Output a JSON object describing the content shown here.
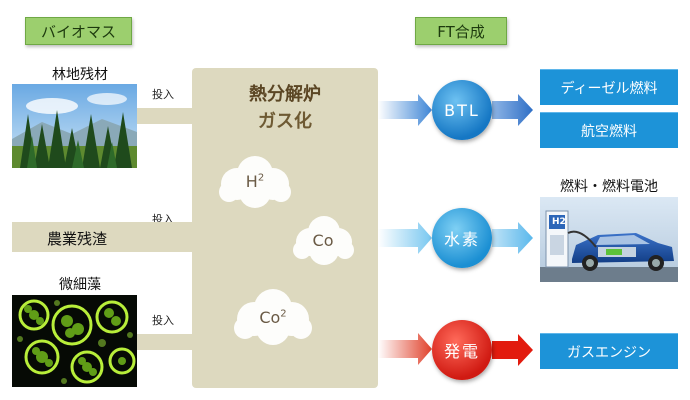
{
  "headers": {
    "biomass": "バイオマス",
    "ft": "FT合成"
  },
  "inputs": [
    {
      "name": "林地残材",
      "arrow_label": "投入"
    },
    {
      "name": "農業残渣",
      "arrow_label": "投入"
    },
    {
      "name": "微細藻",
      "arrow_label": "投入"
    }
  ],
  "reactor": {
    "title_line1": "熱分解炉",
    "title_line2": "ガス化",
    "gases": [
      {
        "base": "H",
        "sup": "2"
      },
      {
        "base": "Co",
        "sup": ""
      },
      {
        "base": "Co",
        "sup": "2"
      }
    ]
  },
  "intermediates": {
    "btl": "BTL",
    "hydrogen": "水素",
    "power": "発電"
  },
  "products": {
    "diesel": "ディーゼル燃料",
    "jet": "航空燃料",
    "fuelcell_title": "燃料・燃料電池",
    "gas_engine": "ガスエンジン",
    "h2_sign": "H2"
  },
  "colors": {
    "tag_green": "#9ccf6e",
    "band": "#ddd9bf",
    "product_blue": "#1d93d8",
    "power_red": "#d01a12"
  }
}
